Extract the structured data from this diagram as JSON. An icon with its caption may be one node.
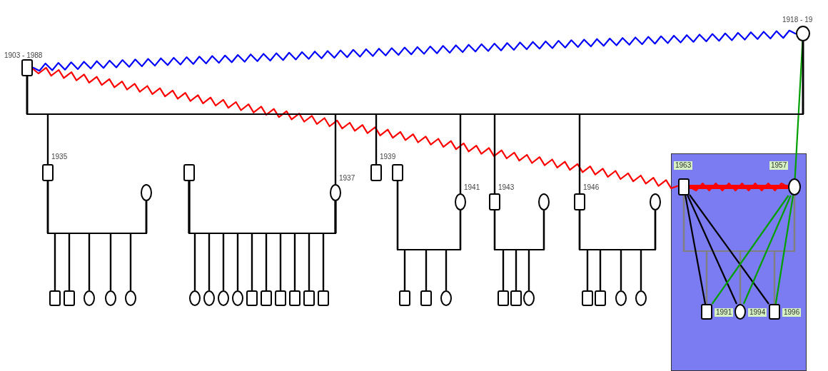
{
  "diagram": {
    "nodes": [
      {
        "text": [],
        "shape": "box",
        "beside": [
          "1903 - 1988"
        ]
      },
      {
        "text": [],
        "shape": "circle",
        "beside": [
          "1918 - 19"
        ]
      },
      {
        "text": [],
        "shape": "box",
        "beside": [
          "1935"
        ]
      },
      {
        "text": [],
        "shape": "circle"
      },
      {
        "text": [],
        "shape": "box"
      },
      {
        "text": [],
        "shape": "circle",
        "beside": [
          "1937"
        ]
      },
      {
        "text": [],
        "shape": "box",
        "beside": [
          "1939"
        ]
      },
      {
        "text": [],
        "shape": "box"
      },
      {
        "text": [],
        "shape": "circle",
        "beside": [
          "1941"
        ]
      },
      {
        "text": [],
        "shape": "box",
        "beside": [
          "1943"
        ]
      },
      {
        "text": [],
        "shape": "circle"
      },
      {
        "text": [],
        "shape": "box",
        "beside": [
          "1946"
        ]
      },
      {
        "text": [],
        "shape": "circle"
      },
      {
        "text": [],
        "shape": "box"
      },
      {
        "text": [],
        "shape": "box",
        "in": 13,
        "beside": [
          "1963"
        ]
      },
      {
        "text": [],
        "shape": "circle",
        "in": 13,
        "beside": [
          "1957"
        ]
      },
      {
        "text": [],
        "shape": "box"
      },
      {
        "text": [],
        "shape": "box"
      },
      {
        "text": [],
        "shape": "circle"
      },
      {
        "text": [],
        "shape": "circle"
      },
      {
        "text": [],
        "shape": "circle"
      },
      {
        "text": [],
        "shape": "circle"
      },
      {
        "text": [],
        "shape": "circle"
      },
      {
        "text": [],
        "shape": "circle"
      },
      {
        "text": [],
        "shape": "circle"
      },
      {
        "text": [],
        "shape": "box"
      },
      {
        "text": [],
        "shape": "box"
      },
      {
        "text": [],
        "shape": "box"
      },
      {
        "text": [],
        "shape": "box"
      },
      {
        "text": [],
        "shape": "box"
      },
      {
        "text": [],
        "shape": "box"
      },
      {
        "text": [],
        "shape": "box"
      },
      {
        "text": [],
        "shape": "box"
      },
      {
        "text": [],
        "shape": "circle"
      },
      {
        "text": [],
        "shape": "box"
      },
      {
        "text": [],
        "shape": "box"
      },
      {
        "text": [],
        "shape": "circle"
      },
      {
        "text": [],
        "shape": "box"
      },
      {
        "text": [],
        "shape": "box"
      },
      {
        "text": [],
        "shape": "circle"
      },
      {
        "text": [],
        "shape": "circle"
      },
      {
        "text": [],
        "shape": "box",
        "in": 13,
        "beside": [
          "1991"
        ]
      },
      {
        "text": [],
        "shape": "circle",
        "in": 13,
        "beside": [
          "1994"
        ]
      },
      {
        "text": [],
        "shape": "box",
        "in": 13,
        "beside": [
          "1996"
        ]
      }
    ],
    "edges": [
      {
        "from": 0,
        "to": 1,
        "arrow": "none",
        "color": "#0000ff"
      },
      {
        "from": 0,
        "to": 14,
        "arrow": "none",
        "color": "#ff0000"
      },
      {
        "from": 1,
        "to": 15,
        "arrow": "none",
        "color": "#00a000"
      },
      {
        "from": 14,
        "to": 15,
        "arrow": "none",
        "style": "thick",
        "color": "#ff0000"
      },
      {
        "from": 14,
        "to": 15,
        "arrow": "none",
        "color": "#ff0000"
      },
      {
        "from": 0,
        "to": 2,
        "arrow": "none"
      },
      {
        "from": 0,
        "to": 5,
        "arrow": "none"
      },
      {
        "from": 0,
        "to": 6,
        "arrow": "none"
      },
      {
        "from": 0,
        "to": 8,
        "arrow": "none"
      },
      {
        "from": 0,
        "to": 9,
        "arrow": "none"
      },
      {
        "from": 0,
        "to": 11,
        "arrow": "none"
      },
      {
        "from": 1,
        "to": 2,
        "arrow": "none"
      },
      {
        "from": 1,
        "to": 5,
        "arrow": "none"
      },
      {
        "from": 1,
        "to": 6,
        "arrow": "none"
      },
      {
        "from": 1,
        "to": 8,
        "arrow": "none"
      },
      {
        "from": 1,
        "to": 9,
        "arrow": "none"
      },
      {
        "from": 1,
        "to": 11,
        "arrow": "none"
      },
      {
        "from": 2,
        "to": 16,
        "arrow": "none"
      },
      {
        "from": 2,
        "to": 17,
        "arrow": "none"
      },
      {
        "from": 2,
        "to": 18,
        "arrow": "none"
      },
      {
        "from": 2,
        "to": 19,
        "arrow": "none"
      },
      {
        "from": 2,
        "to": 20,
        "arrow": "none"
      },
      {
        "from": 3,
        "to": 16,
        "arrow": "none"
      },
      {
        "from": 3,
        "to": 17,
        "arrow": "none"
      },
      {
        "from": 3,
        "to": 18,
        "arrow": "none"
      },
      {
        "from": 3,
        "to": 19,
        "arrow": "none"
      },
      {
        "from": 3,
        "to": 20,
        "arrow": "none"
      },
      {
        "from": 4,
        "to": 21,
        "arrow": "none"
      },
      {
        "from": 4,
        "to": 22,
        "arrow": "none"
      },
      {
        "from": 4,
        "to": 23,
        "arrow": "none"
      },
      {
        "from": 4,
        "to": 24,
        "arrow": "none"
      },
      {
        "from": 4,
        "to": 25,
        "arrow": "none"
      },
      {
        "from": 4,
        "to": 26,
        "arrow": "none"
      },
      {
        "from": 4,
        "to": 27,
        "arrow": "none"
      },
      {
        "from": 4,
        "to": 28,
        "arrow": "none"
      },
      {
        "from": 4,
        "to": 29,
        "arrow": "none"
      },
      {
        "from": 4,
        "to": 30,
        "arrow": "none"
      },
      {
        "from": 5,
        "to": 21,
        "arrow": "none"
      },
      {
        "from": 5,
        "to": 22,
        "arrow": "none"
      },
      {
        "from": 5,
        "to": 23,
        "arrow": "none"
      },
      {
        "from": 5,
        "to": 24,
        "arrow": "none"
      },
      {
        "from": 5,
        "to": 25,
        "arrow": "none"
      },
      {
        "from": 5,
        "to": 26,
        "arrow": "none"
      },
      {
        "from": 5,
        "to": 27,
        "arrow": "none"
      },
      {
        "from": 5,
        "to": 28,
        "arrow": "none"
      },
      {
        "from": 5,
        "to": 29,
        "arrow": "none"
      },
      {
        "from": 5,
        "to": 30,
        "arrow": "none"
      },
      {
        "from": 7,
        "to": 31,
        "arrow": "none"
      },
      {
        "from": 7,
        "to": 32,
        "arrow": "none"
      },
      {
        "from": 7,
        "to": 33,
        "arrow": "none"
      },
      {
        "from": 8,
        "to": 31,
        "arrow": "none"
      },
      {
        "from": 8,
        "to": 32,
        "arrow": "none"
      },
      {
        "from": 8,
        "to": 33,
        "arrow": "none"
      },
      {
        "from": 9,
        "to": 34,
        "arrow": "none"
      },
      {
        "from": 9,
        "to": 35,
        "arrow": "none"
      },
      {
        "from": 9,
        "to": 36,
        "arrow": "none"
      },
      {
        "from": 10,
        "to": 34,
        "arrow": "none"
      },
      {
        "from": 10,
        "to": 35,
        "arrow": "none"
      },
      {
        "from": 10,
        "to": 36,
        "arrow": "none"
      },
      {
        "from": 11,
        "to": 37,
        "arrow": "none"
      },
      {
        "from": 11,
        "to": 38,
        "arrow": "none"
      },
      {
        "from": 11,
        "to": 39,
        "arrow": "none"
      },
      {
        "from": 11,
        "to": 40,
        "arrow": "none"
      },
      {
        "from": 12,
        "to": 37,
        "arrow": "none"
      },
      {
        "from": 12,
        "to": 38,
        "arrow": "none"
      },
      {
        "from": 12,
        "to": 39,
        "arrow": "none"
      },
      {
        "from": 12,
        "to": 40,
        "arrow": "none"
      },
      {
        "from": 14,
        "to": 41,
        "arrow": "none",
        "color": "#808080"
      },
      {
        "from": 14,
        "to": 42,
        "arrow": "none",
        "color": "#808080"
      },
      {
        "from": 14,
        "to": 43,
        "arrow": "none",
        "color": "#808080"
      },
      {
        "from": 15,
        "to": 41,
        "arrow": "none",
        "color": "#808080"
      },
      {
        "from": 15,
        "to": 42,
        "arrow": "none",
        "color": "#808080"
      },
      {
        "from": 15,
        "to": 43,
        "arrow": "none",
        "color": "#808080"
      },
      {
        "from": 14,
        "to": 41,
        "arrow": "none"
      },
      {
        "from": 14,
        "to": 42,
        "arrow": "none"
      },
      {
        "from": 14,
        "to": 43,
        "arrow": "none"
      },
      {
        "from": 15,
        "to": 41,
        "arrow": "none",
        "color": "#00a000"
      },
      {
        "from": 15,
        "to": 42,
        "arrow": "none",
        "color": "#00a000"
      },
      {
        "from": 15,
        "to": 43,
        "arrow": "none",
        "color": "#00a000"
      }
    ]
  }
}
